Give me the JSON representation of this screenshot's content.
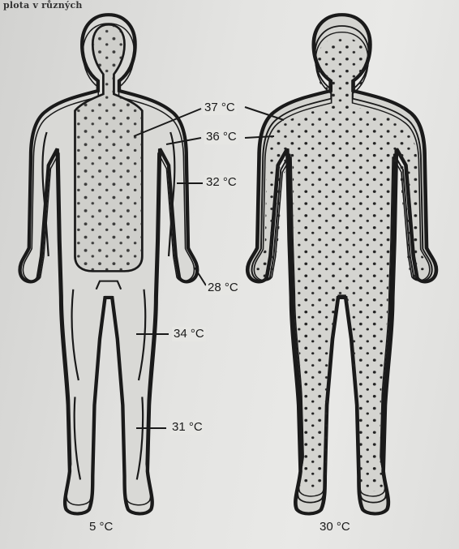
{
  "header_fragment": "plota v různých",
  "left_figure": {
    "caption": "5 °C",
    "labels": [
      "37 °C",
      "36 °C",
      "32 °C",
      "28 °C",
      "34 °C",
      "31 °C"
    ]
  },
  "right_figure": {
    "caption": "30 °C"
  }
}
